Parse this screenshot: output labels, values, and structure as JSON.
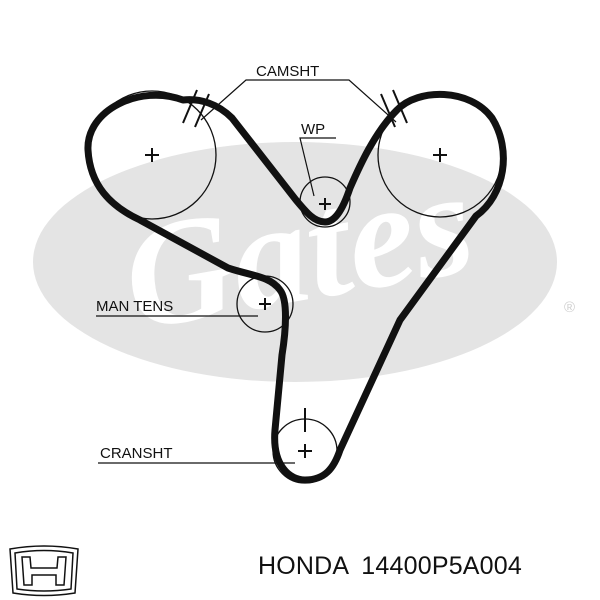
{
  "diagram": {
    "labels": {
      "camshaft": "CAMSHT",
      "water_pump": "WP",
      "man_tens": "MAN TENS",
      "crankshaft": "CRANSHT"
    },
    "watermark": {
      "brand": "Gates",
      "registered_mark": "®"
    }
  },
  "footer": {
    "brand": "HONDA",
    "part_number": "14400P5A004",
    "logo": "honda-h-logo"
  },
  "colors": {
    "belt": "#111111",
    "watermark": "#e4e4e4",
    "text": "#111111"
  }
}
